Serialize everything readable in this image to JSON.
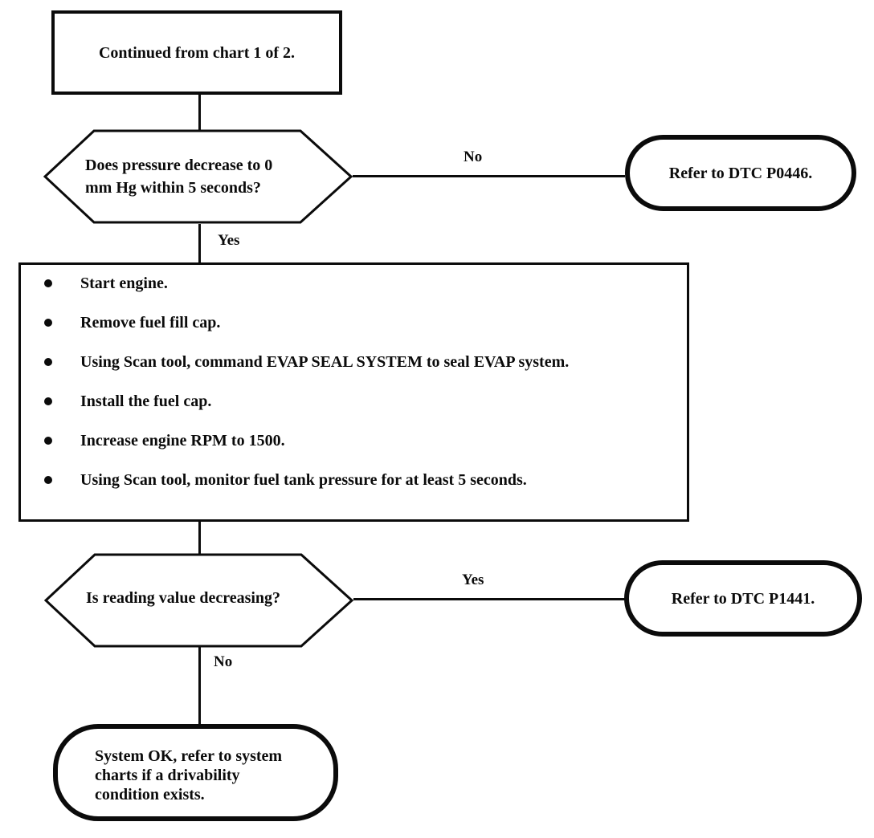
{
  "flowchart": {
    "start_box": {
      "text": "Continued from chart 1 of 2."
    },
    "decision_pressure": {
      "lines": [
        "Does pressure decrease to 0",
        "mm Hg within 5 seconds?"
      ],
      "no_label": "No",
      "yes_label": "Yes"
    },
    "terminal_p0446": {
      "text": "Refer to DTC P0446."
    },
    "process_steps": {
      "bullets": [
        "Start engine.",
        "Remove fuel fill cap.",
        "Using Scan tool, command EVAP SEAL SYSTEM to seal EVAP system.",
        "Install the fuel cap.",
        "Increase engine RPM to 1500.",
        "Using Scan tool, monitor fuel tank pressure for at least 5 seconds."
      ]
    },
    "decision_reading": {
      "text": "Is reading value decreasing?",
      "yes_label": "Yes",
      "no_label": "No"
    },
    "terminal_p1441": {
      "text": "Refer to DTC P1441."
    },
    "terminal_system_ok": {
      "lines": [
        "System OK, refer to system",
        "charts if a drivability",
        "condition exists."
      ]
    }
  },
  "colors": {
    "ink": "#0b0b0b",
    "paper": "#ffffff"
  }
}
